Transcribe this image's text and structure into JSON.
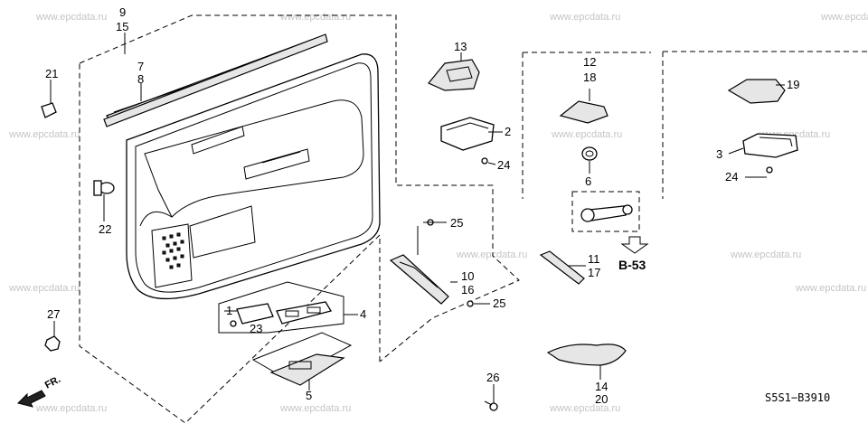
{
  "watermark": "www.epcdata.ru",
  "diagram_code": "S5S1−B3910",
  "reference": "B-53",
  "front_arrow_label": "FR.",
  "part_labels": {
    "p1": "1",
    "p2": "2",
    "p3": "3",
    "p4": "4",
    "p5": "5",
    "p6": "6",
    "p7": "7",
    "p8": "8",
    "p9": "9",
    "p10": "10",
    "p11": "11",
    "p12": "12",
    "p13": "13",
    "p14": "14",
    "p15": "15",
    "p16": "16",
    "p17": "17",
    "p18": "18",
    "p19": "19",
    "p20": "20",
    "p21": "21",
    "p22": "22",
    "p23": "23",
    "p24a": "24",
    "p24b": "24",
    "p25a": "25",
    "p25b": "25",
    "p26": "26",
    "p27": "27"
  }
}
